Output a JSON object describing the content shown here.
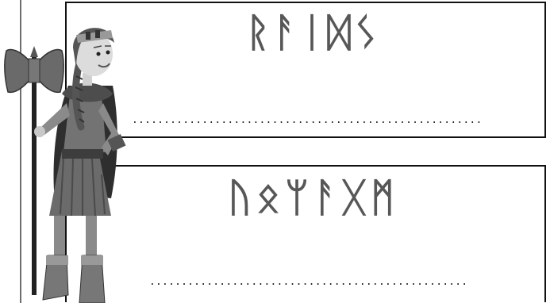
{
  "worksheet": {
    "cards": [
      {
        "runes": "ᚱᚨᛁᛞᛊ",
        "answer_line": "..................................................................................."
      },
      {
        "runes": "ᚢᛟᛘᚨᚷᛗ",
        "answer_line": "..........................................................................."
      }
    ],
    "colors": {
      "card_border": "#111111",
      "rune_text": "#575757",
      "margin_line": "#6e6e6e"
    },
    "icons": [
      "viking-woman-illustration",
      "battle-axe-icon"
    ]
  }
}
